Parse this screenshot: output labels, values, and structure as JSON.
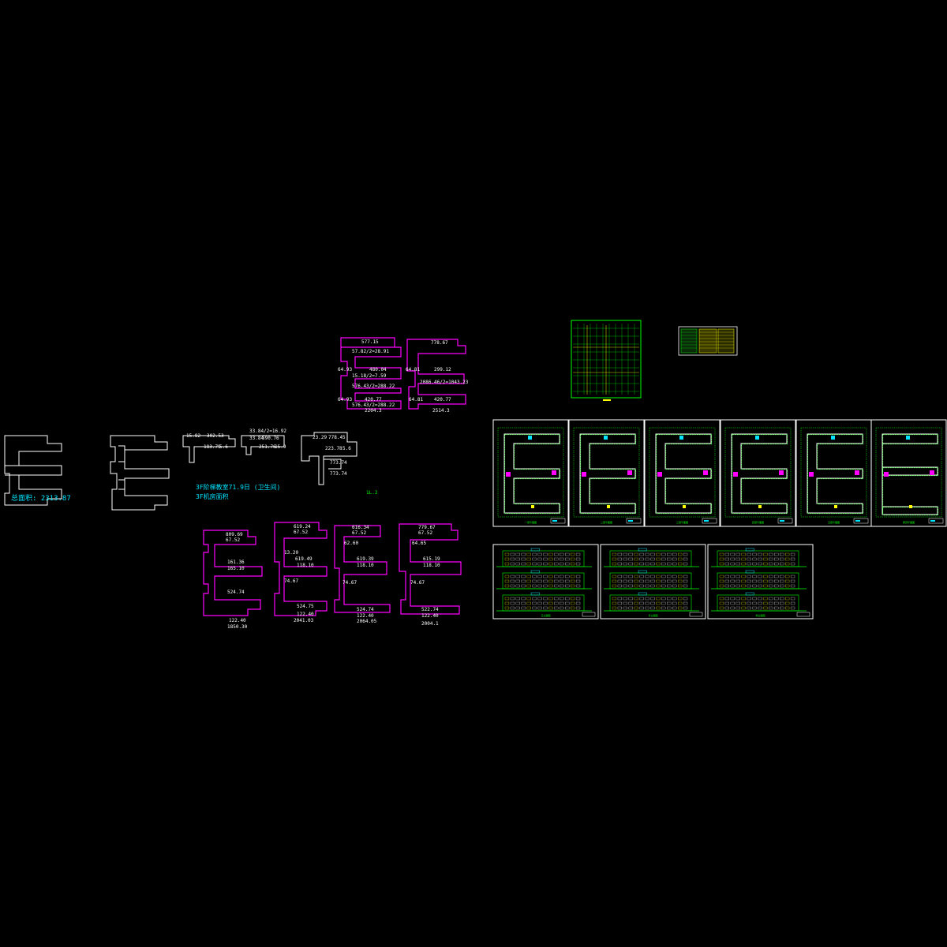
{
  "app": {
    "name": "CAD Drawing Viewer"
  },
  "canvas": {
    "background": "#000000"
  },
  "colors": {
    "outline_white": "#ffffff",
    "outline_magenta": "#ff00ff",
    "cyan_text": "#00e5ff",
    "green_cad": "#00ff00",
    "yellow_cad": "#ffff00"
  },
  "labels": {
    "total_area": "总面积: 2313.87",
    "note1": "3F阶梯教室71.9日 (卫生间)",
    "note2": "3F机房面积",
    "small_tag": "1L.2",
    "ra_top": "577.15",
    "ra_l1": "57.82/2=28.91",
    "ra_l2": "480.04",
    "ra_l3": "15.18/2=7.59",
    "ra_l4": "576.43/2=288.22",
    "ra_l5": "420.77",
    "ra_l6": "576.43/2=288.22",
    "ra_tot": "2204.3",
    "ra_s1": "64.93",
    "ra_s2": "64.93",
    "rb_top": "778.67",
    "rb_l1": "64.81",
    "rb_l2": "299.12",
    "rb_l3": "2086.46/2=1043.23",
    "rb_l4": "420.77",
    "rb_s1": "64.81",
    "rb_tot": "2514.3",
    "c1_a": "15.82",
    "c1_b": "302.53",
    "c1_c": "183.79",
    "c1_d": "5.6",
    "c2_a": "33.84/2=16.92",
    "c2_b": "33.84",
    "c2_c": "590.76",
    "c2_d": "251.76",
    "c2_e": "15.9",
    "c3_a": "23.29",
    "c3_b": "778.45",
    "c3_c": "223.78",
    "c3_d": "5.6",
    "c3_e": "773.74",
    "c3_f": "773.74",
    "b1_a": "809.69",
    "b1_b": "67.52",
    "b1_c": "161.36",
    "b1_d": "165.10",
    "b1_e": "524.74",
    "b1_f": "122.40",
    "b1_tot": "1850.30",
    "b2_a": "619.24",
    "b2_b": "67.52",
    "b2_c": "13.20",
    "b2_d": "619.49",
    "b2_e": "118.10",
    "b2_f": "74.67",
    "b2_g": "524.75",
    "b2_h": "122.40",
    "b2_tot": "2041.03",
    "b3_a": "616.34",
    "b3_b": "67.52",
    "b3_c": "62.60",
    "b3_d": "619.39",
    "b3_e": "118.10",
    "b3_f": "74.67",
    "b3_g": "524.74",
    "b3_h": "122.40",
    "b3_tot": "2064.05",
    "b4_a": "779.67",
    "b4_b": "67.52",
    "b4_c": "64.65",
    "b4_d": "615.19",
    "b4_e": "118.10",
    "b4_f": "74.67",
    "b4_g": "522.74",
    "b4_h": "122.40",
    "b4_tot": "2004.1"
  },
  "sheets": {
    "plans": [
      "一层平面图",
      "二层平面图",
      "三层平面图",
      "四层平面图",
      "五层平面图",
      "屋顶平面图"
    ],
    "elevations": [
      "正立面图",
      "背立面图",
      "侧立面图"
    ]
  }
}
